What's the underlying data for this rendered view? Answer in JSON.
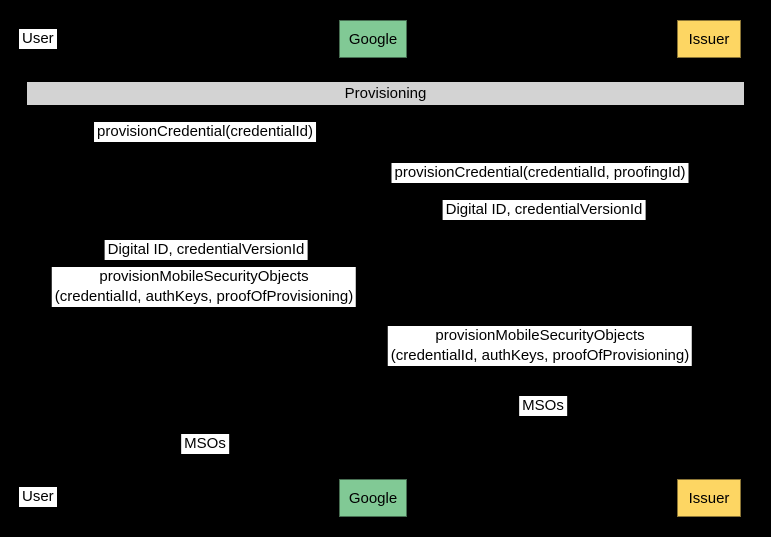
{
  "diagram_type": "sequence-diagram",
  "colors": {
    "background": "#000000",
    "actor_user_bg": "#FFFFFF",
    "actor_google_bg": "#81C995",
    "actor_issuer_bg": "#FDD663",
    "band_bg": "#D3D3D3",
    "label_bg": "#FFFFFF",
    "text": "#000000"
  },
  "actors": {
    "user": {
      "label": "User"
    },
    "google": {
      "label": "Google"
    },
    "issuer": {
      "label": "Issuer"
    }
  },
  "band": {
    "label": "Provisioning"
  },
  "messages": [
    {
      "lane": "user-google",
      "label": "provisionCredential(credentialId)"
    },
    {
      "lane": "google-issuer",
      "label": "provisionCredential(credentialId, proofingId)"
    },
    {
      "lane": "google-issuer",
      "label": "Digital ID, credentialVersionId"
    },
    {
      "lane": "user-google",
      "label": "Digital ID, credentialVersionId"
    },
    {
      "lane": "user-google",
      "lines": [
        "provisionMobileSecurityObjects",
        "(credentialId, authKeys, proofOfProvisioning)"
      ]
    },
    {
      "lane": "google-issuer",
      "lines": [
        "provisionMobileSecurityObjects",
        "(credentialId, authKeys, proofOfProvisioning)"
      ]
    },
    {
      "lane": "google-issuer",
      "label": "MSOs"
    },
    {
      "lane": "user-google",
      "label": "MSOs"
    }
  ]
}
